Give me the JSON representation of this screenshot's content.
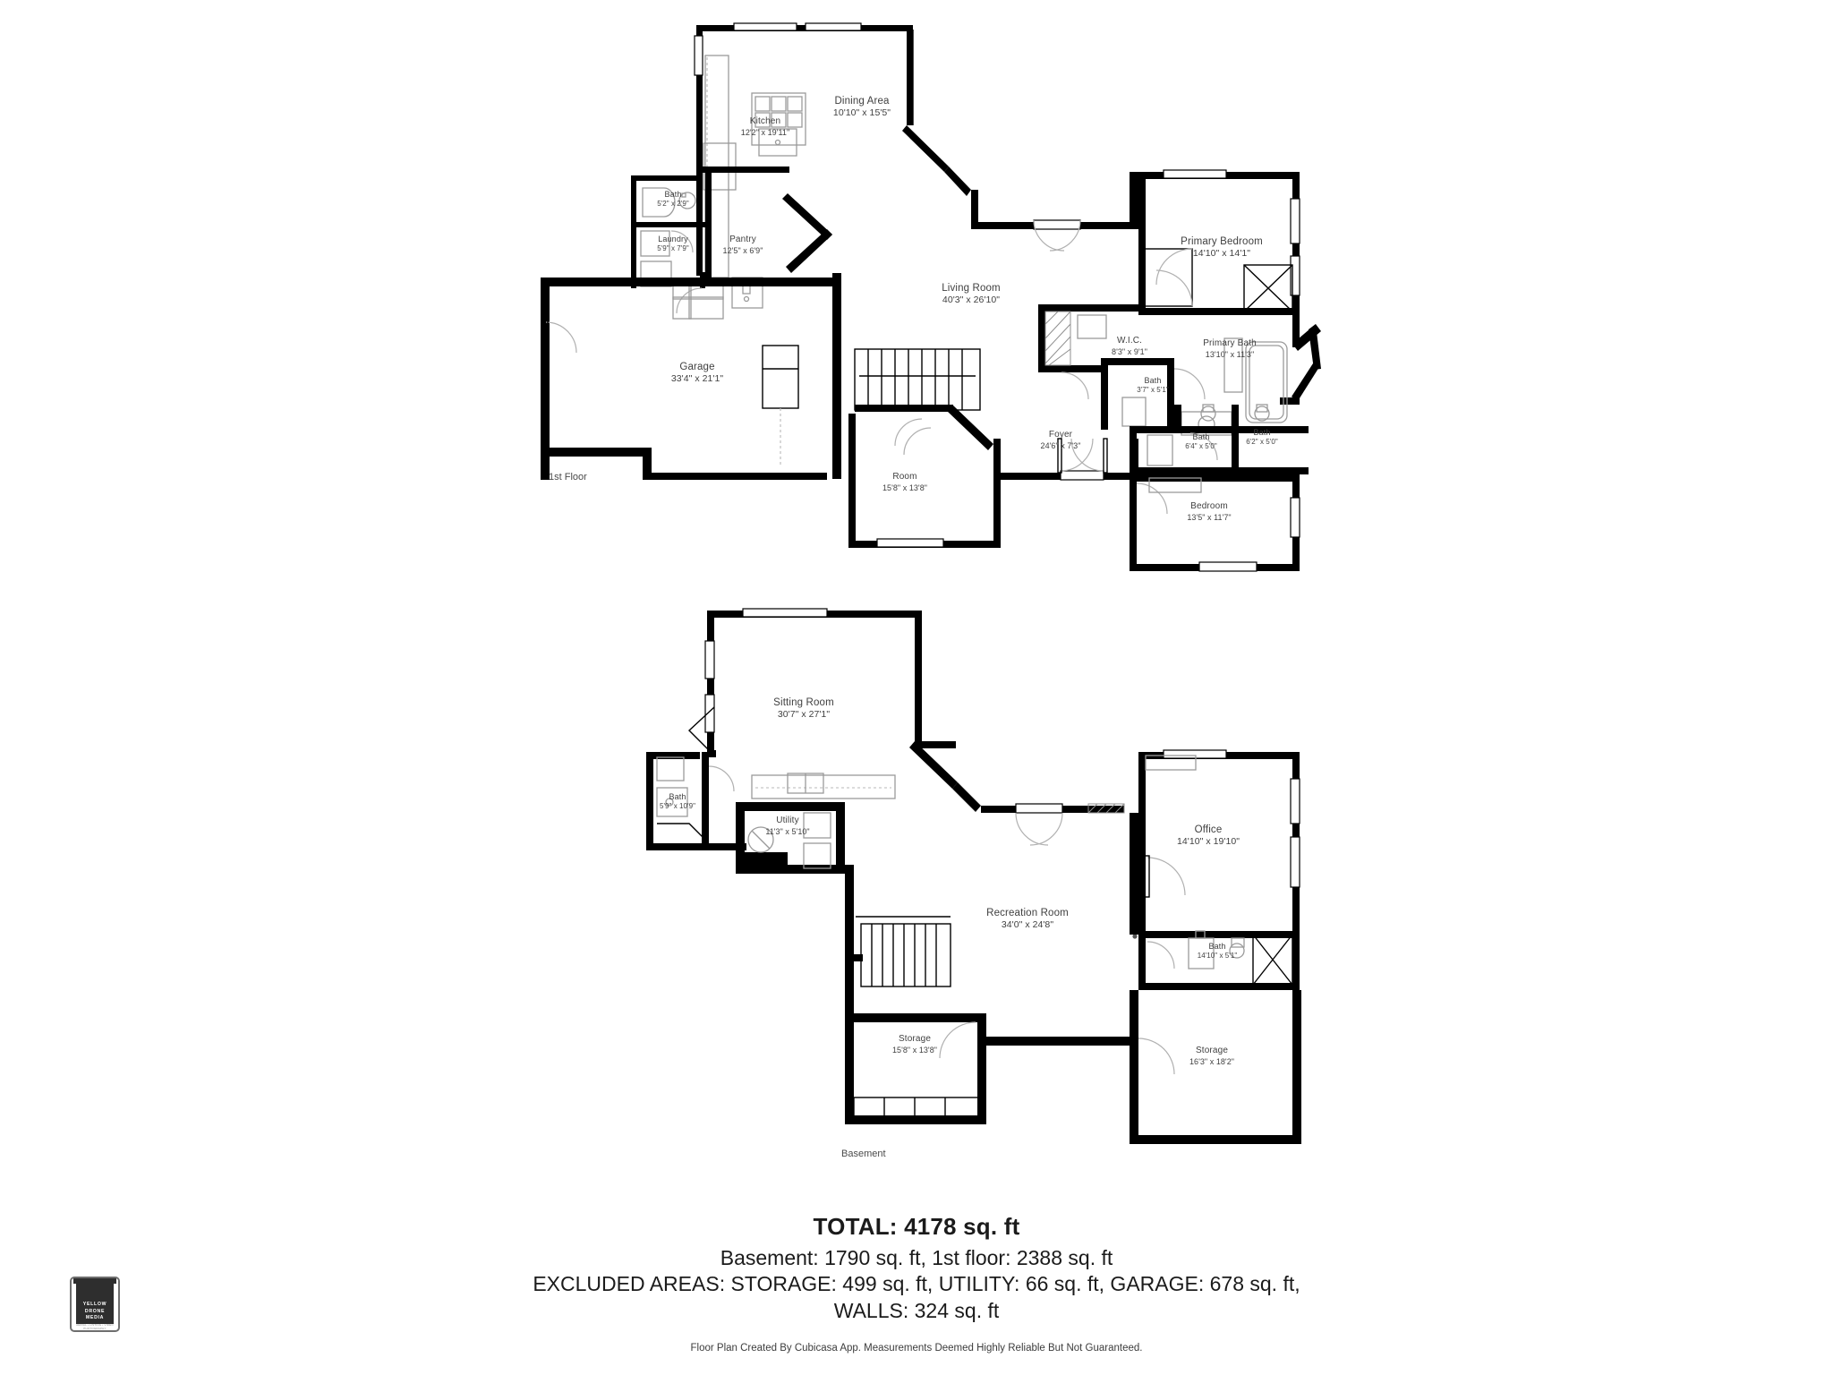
{
  "document": {
    "type": "real-estate-floor-plan",
    "floors": [
      {
        "id": "first-floor",
        "caption": "1st Floor",
        "rooms": [
          {
            "name": "Kitchen",
            "dim": "12'2\" x 19'11\""
          },
          {
            "name": "Dining Area",
            "dim": "10'10\" x 15'5\""
          },
          {
            "name": "Bath",
            "dim": "5'2\" x 2'9\""
          },
          {
            "name": "Laundry",
            "dim": "5'9\" x 7'9\""
          },
          {
            "name": "Pantry",
            "dim": "12'5\" x 6'9\""
          },
          {
            "name": "Garage",
            "dim": "33'4\" x 21'1\""
          },
          {
            "name": "Living Room",
            "dim": "40'3\" x 26'10\""
          },
          {
            "name": "Primary Bedroom",
            "dim": "14'10\" x 14'1\""
          },
          {
            "name": "W.I.C.",
            "dim": "8'3\" x 9'1\""
          },
          {
            "name": "Primary Bath",
            "dim": "13'10\" x 11'3\""
          },
          {
            "name": "Bath",
            "dim": "3'7\" x 5'1\""
          },
          {
            "name": "Bath",
            "dim": "6'4\" x 5'0\""
          },
          {
            "name": "Bath",
            "dim": "6'2\" x 5'0\""
          },
          {
            "name": "Room",
            "dim": "15'8\" x 13'8\""
          },
          {
            "name": "Foyer",
            "dim": "24'6\" x 7'3\""
          },
          {
            "name": "Bedroom",
            "dim": "13'5\" x 11'7\""
          }
        ]
      },
      {
        "id": "basement",
        "caption": "Basement",
        "rooms": [
          {
            "name": "Sitting Room",
            "dim": "30'7\" x 27'1\""
          },
          {
            "name": "Bath",
            "dim": "5'9\" x 10'9\""
          },
          {
            "name": "Utility",
            "dim": "11'3\" x 5'10\""
          },
          {
            "name": "Recreation Room",
            "dim": "34'0\" x 24'8\""
          },
          {
            "name": "Office",
            "dim": "14'10\" x 19'10\""
          },
          {
            "name": "Bath",
            "dim": "14'10\" x 5'1\""
          },
          {
            "name": "Storage",
            "dim": "15'8\" x 13'8\""
          },
          {
            "name": "Storage",
            "dim": "16'3\" x 18'2\""
          }
        ]
      }
    ]
  },
  "summary": {
    "total": "TOTAL: 4178 sq. ft",
    "line1": "Basement: 1790 sq. ft, 1st floor: 2388 sq. ft",
    "line2": "EXCLUDED AREAS: STORAGE: 499 sq. ft, UTILITY: 66 sq. ft, GARAGE: 678 sq. ft,",
    "line3": "WALLS: 324 sq. ft"
  },
  "disclaimer": "Floor Plan Created By Cubicasa App. Measurements Deemed Highly Reliable But Not Guaranteed.",
  "logo": {
    "line1": "YELLOW",
    "line2": "DRONE",
    "line3": "MEDIA",
    "tagline": "AERIAL • LISTING • VIDEO PHOTOGRAPHY"
  },
  "colors": {
    "wall": "#000000",
    "text": "#3f3f3f",
    "fixture": "#9a9a9a",
    "background": "#ffffff"
  }
}
